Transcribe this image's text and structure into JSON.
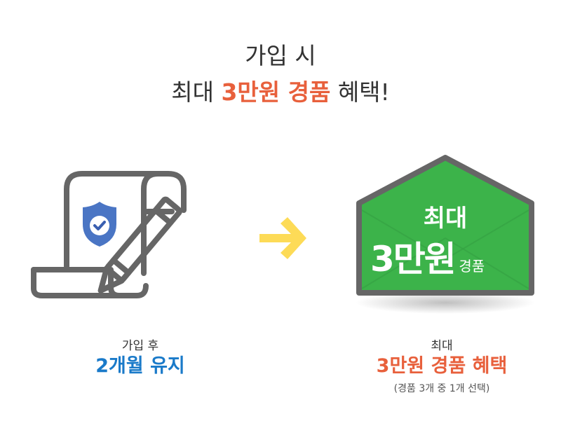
{
  "headline": {
    "line1": "가입 시",
    "line2_prefix": "최대 ",
    "line2_highlight": "3만원 경품",
    "line2_suffix": " 혜택!"
  },
  "steps": [
    {
      "icon": "contract-scroll-pencil-shield-icon",
      "caption_small": "가입 후",
      "caption_big": "2개월 유지"
    },
    {
      "icon": "arrow-right-icon"
    },
    {
      "icon": "green-envelope-icon",
      "envelope_line1": "최대",
      "envelope_amount": "3만원",
      "envelope_unit": "경품",
      "caption_small": "최대",
      "caption_big": "3만원 경품 혜택",
      "caption_note": "(경품 3개 중 1개 선택)"
    }
  ],
  "colors": {
    "highlight_orange": "#e8603c",
    "highlight_underline": "#fbd3b7",
    "blue": "#1a7ac9",
    "envelope_green": "#3cb34a",
    "envelope_border": "#666666",
    "arrow_yellow": "#fddb57",
    "shield_blue": "#4a75c4",
    "icon_gray": "#666666"
  }
}
